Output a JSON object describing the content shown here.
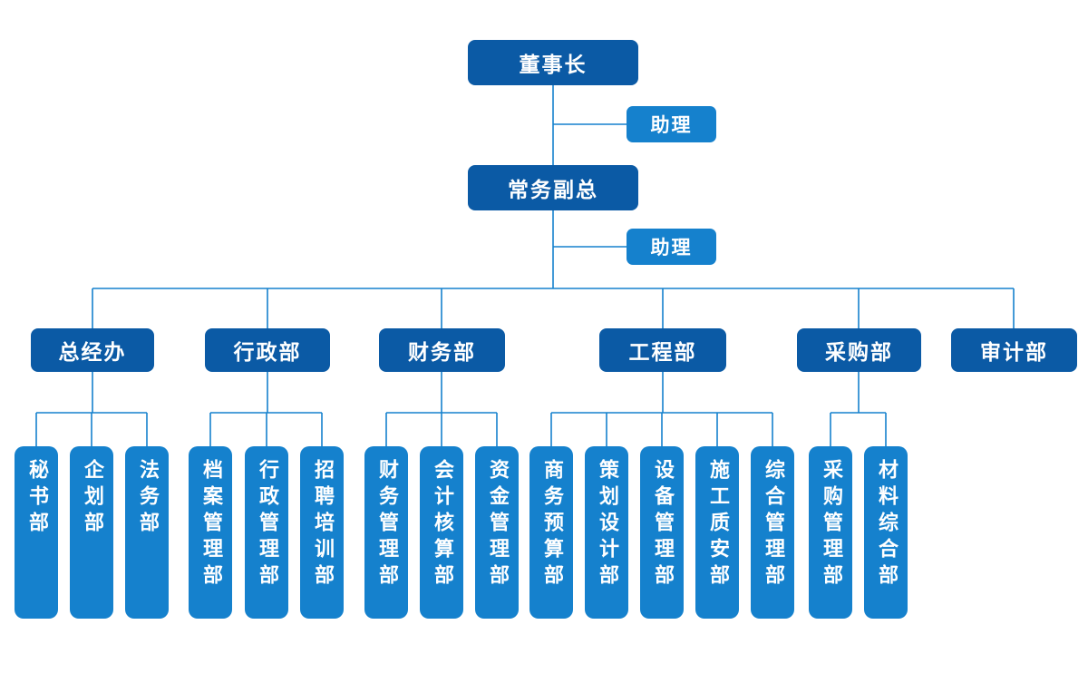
{
  "colors": {
    "primary": "#0b5aa5",
    "secondary": "#1581cd",
    "line": "#1581cd",
    "text": "#ffffff"
  },
  "nodes": {
    "chairman": "董事长",
    "assistant_top": "助理",
    "deputy_gm": "常务副总",
    "assistant_deputy": "助理"
  },
  "departments": [
    {
      "label": "总经办",
      "children": [
        "秘书部",
        "企划部",
        "法务部"
      ]
    },
    {
      "label": "行政部",
      "children": [
        "档案管理部",
        "行政管理部",
        "招聘培训部"
      ]
    },
    {
      "label": "财务部",
      "children": [
        "财务管理部",
        "会计核算部",
        "资金管理部"
      ]
    },
    {
      "label": "工程部",
      "children": [
        "商务预算部",
        "策划设计部",
        "设备管理部",
        "施工质安部",
        "综合管理部"
      ]
    },
    {
      "label": "采购部",
      "children": [
        "采购管理部",
        "材料综合部"
      ]
    },
    {
      "label": "审计部",
      "children": []
    }
  ]
}
